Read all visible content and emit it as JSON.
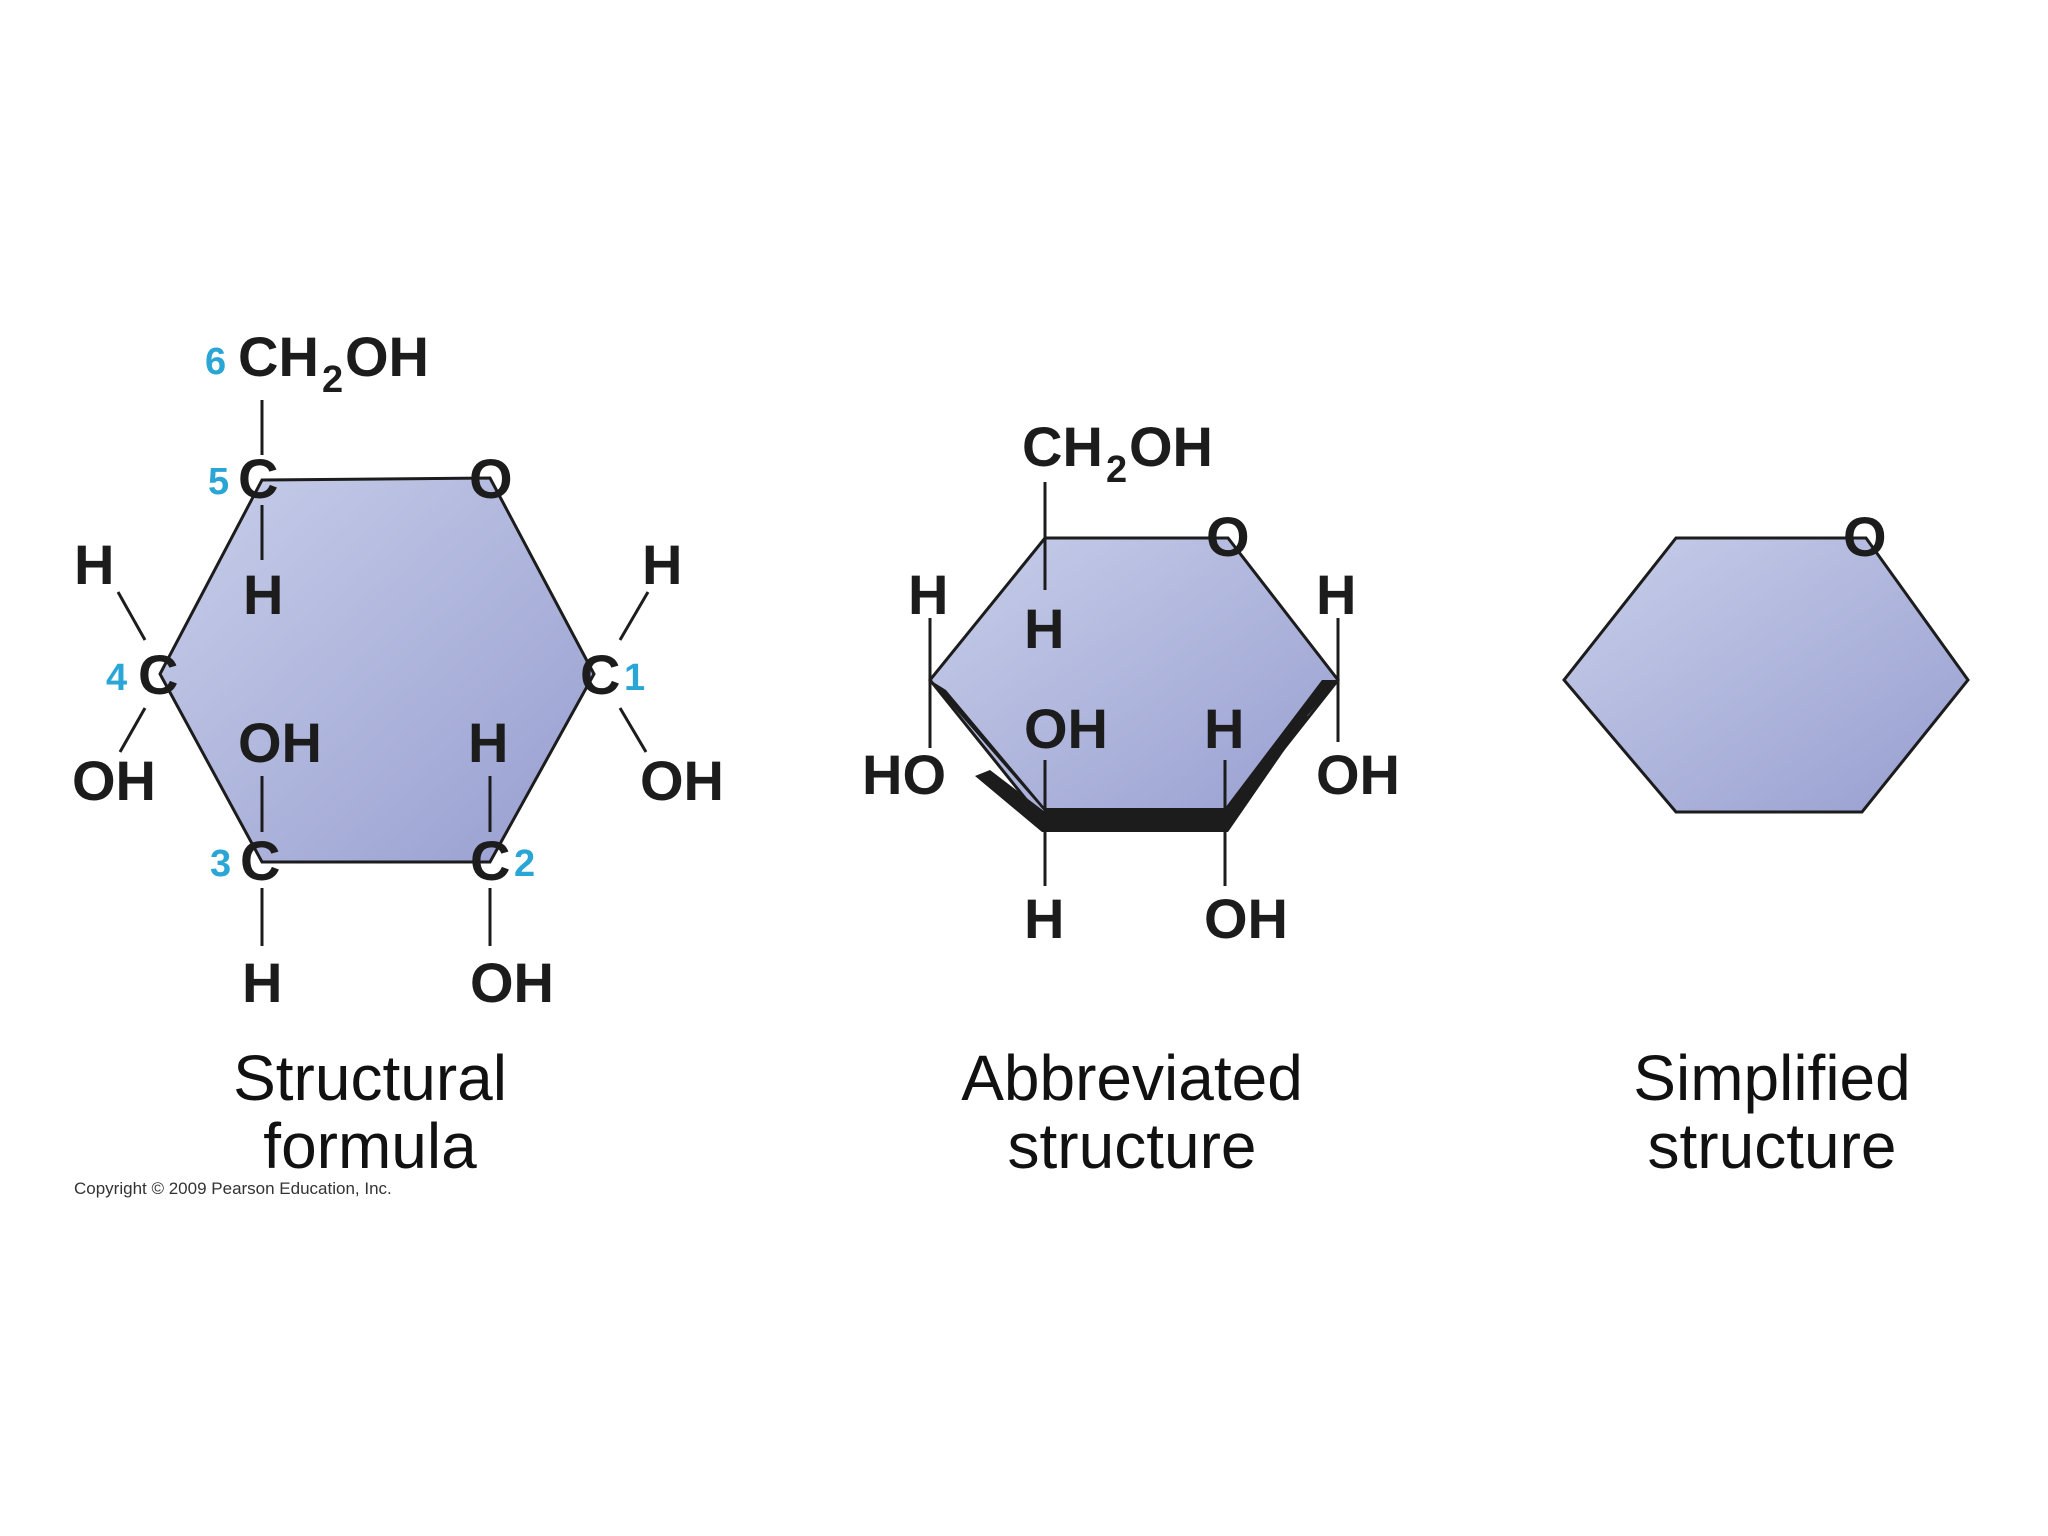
{
  "structural": {
    "caption_line1": "Structural",
    "caption_line2": "formula",
    "atoms": {
      "c6_num": "6",
      "ch2oh_ch": "CH",
      "ch2oh_sub": "2",
      "ch2oh_oh": "OH",
      "c5_num": "5",
      "c5": "C",
      "ring_o": "O",
      "c5_h": "H",
      "c4_h": "H",
      "c4_num": "4",
      "c4": "C",
      "c4_oh": "OH",
      "c1_h": "H",
      "c1": "C",
      "c1_num": "1",
      "c1_oh": "OH",
      "c3_oh": "OH",
      "c2_h": "H",
      "c3_num": "3",
      "c3": "C",
      "c2": "C",
      "c2_num": "2",
      "c3_h": "H",
      "c2_oh": "OH"
    }
  },
  "abbreviated": {
    "caption_line1": "Abbreviated",
    "caption_line2": "structure",
    "atoms": {
      "ch2oh_ch": "CH",
      "ch2oh_sub": "2",
      "ch2oh_oh": "OH",
      "ring_o": "O",
      "c4_h": "H",
      "c5_h": "H",
      "c1_h": "H",
      "c3_oh": "OH",
      "c2_h": "H",
      "c4_ho": "HO",
      "c1_oh": "OH",
      "c3_h": "H",
      "c2_oh": "OH"
    }
  },
  "simplified": {
    "caption_line1": "Simplified",
    "caption_line2": "structure",
    "atoms": {
      "ring_o": "O"
    }
  },
  "copyright": "Copyright © 2009 Pearson Education, Inc.",
  "colors": {
    "ring_fill_light": "#c5cbe8",
    "ring_fill_dark": "#9aa0d2",
    "carbon_number": "#2aa6d6",
    "text": "#1c1c1c"
  }
}
